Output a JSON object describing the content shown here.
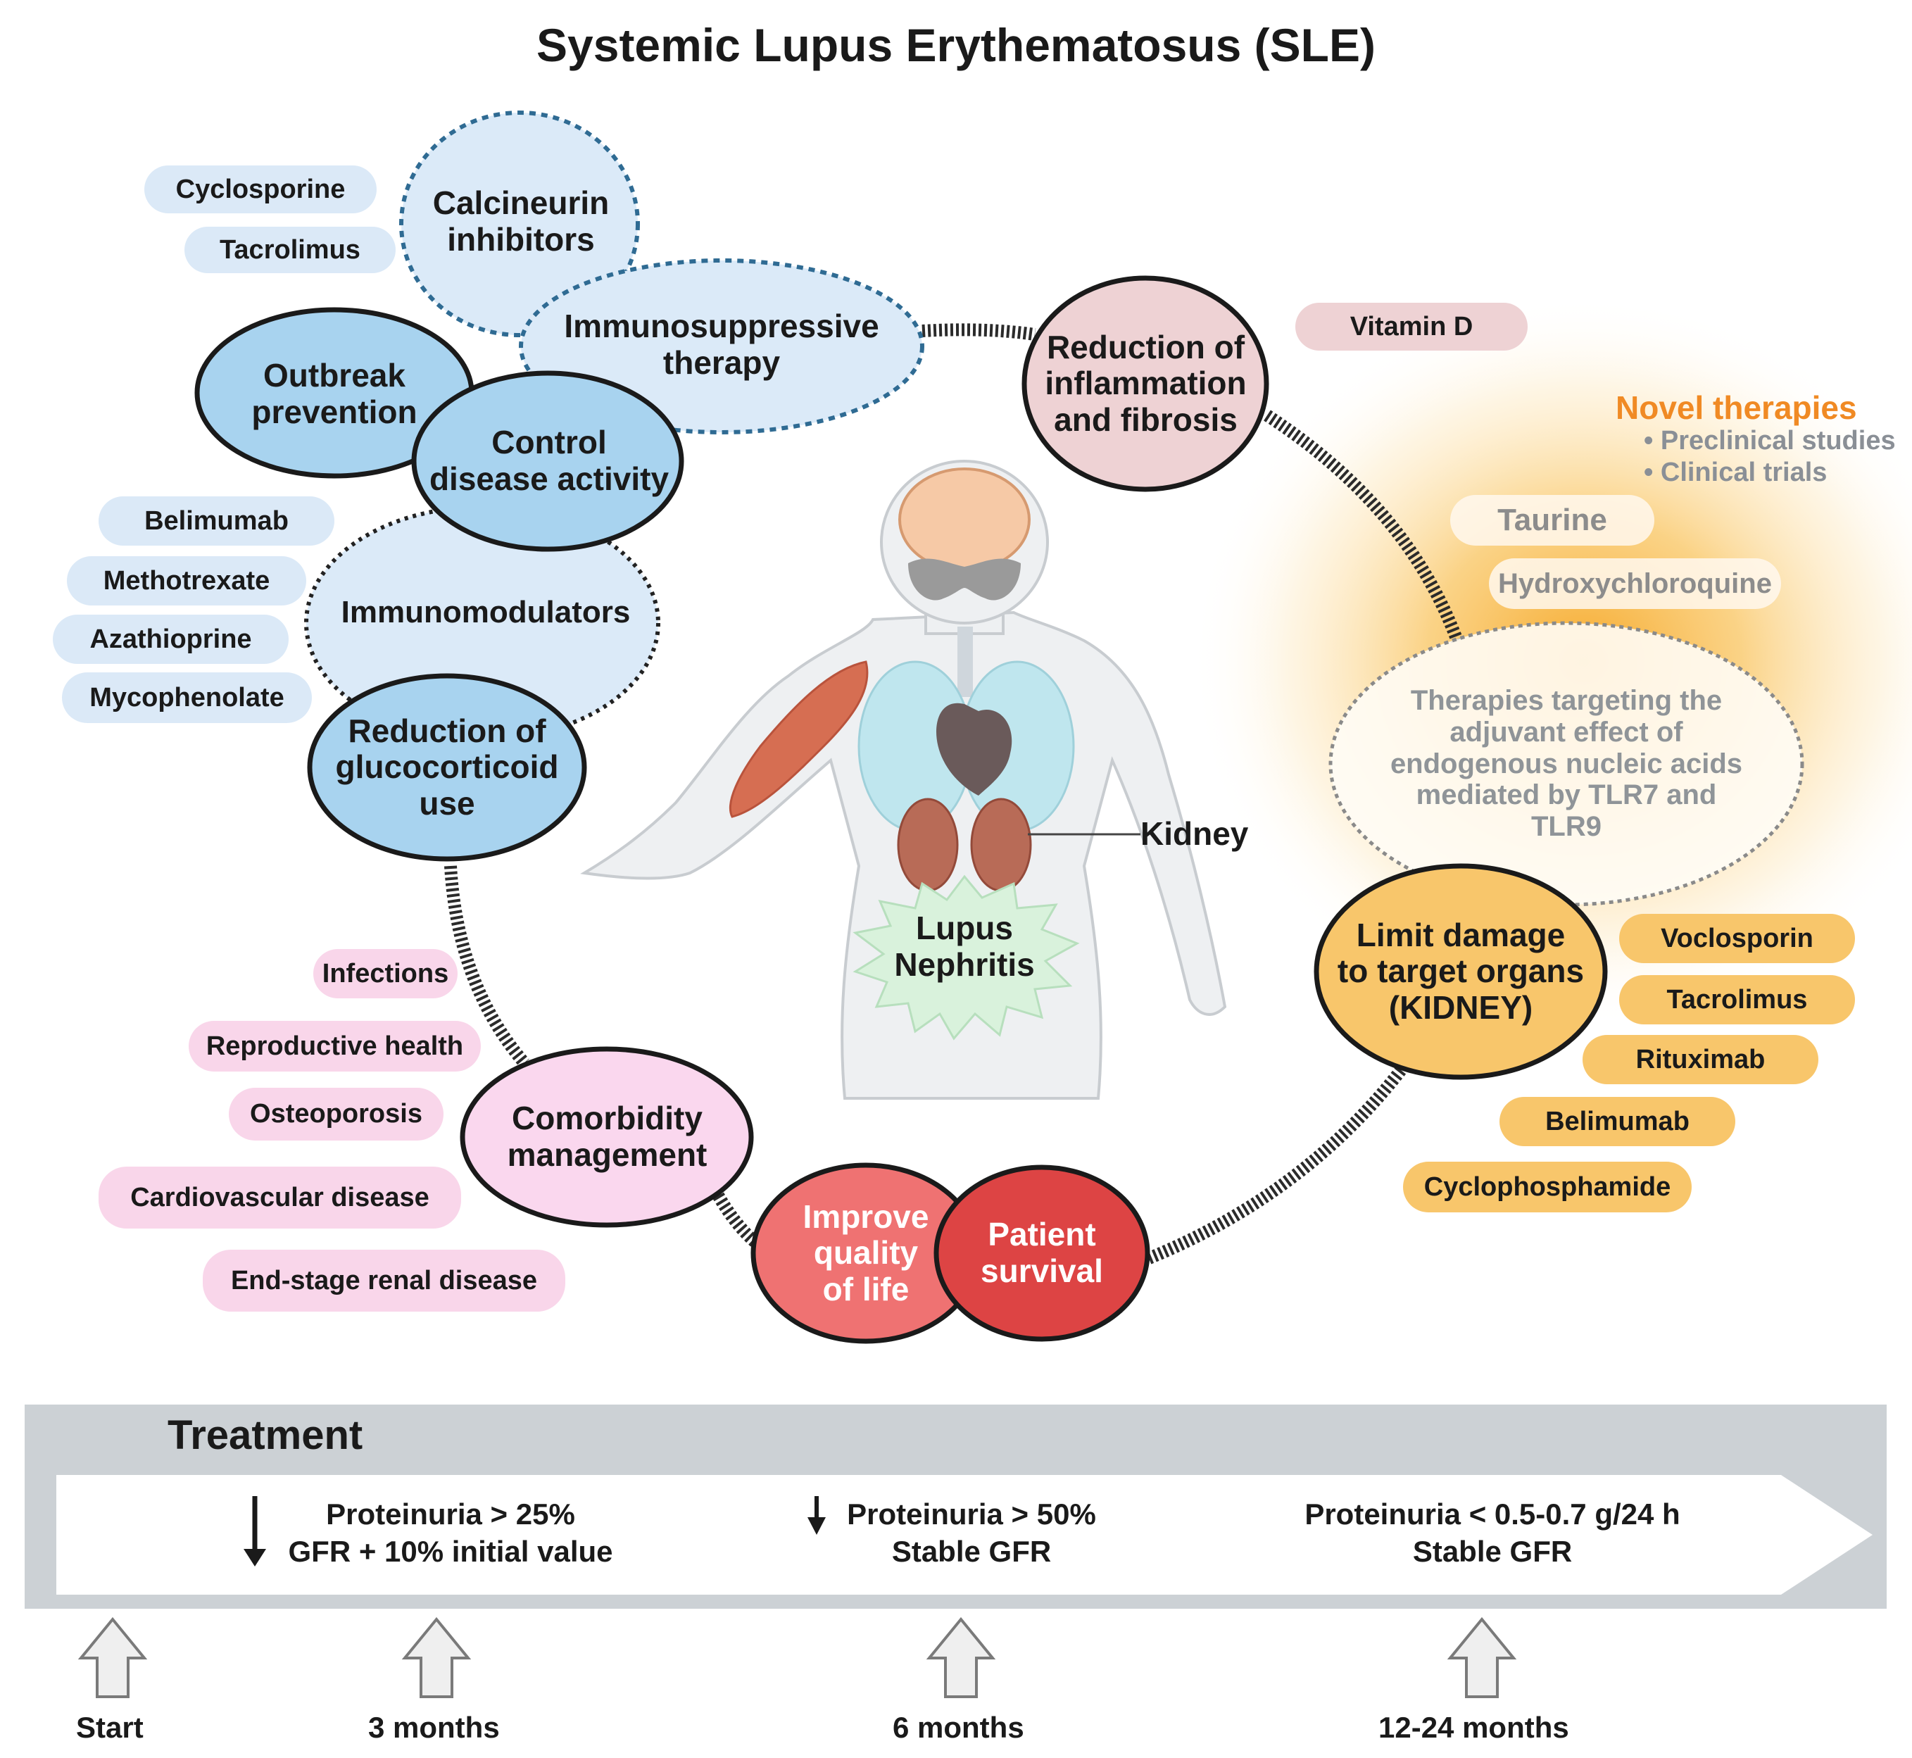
{
  "title": "Systemic Lupus Erythematosus (SLE)",
  "cycle": {
    "immunosuppressive": "Immunosuppressive\ntherapy",
    "calcineurin": "Calcineurin\ninhibitors",
    "outbreak": "Outbreak\nprevention",
    "control": "Control\ndisease activity",
    "immunomodulators": "Immunomodulators",
    "glucocorticoid": "Reduction of\nglucocorticoid\nuse",
    "comorbidity": "Comorbidity\nmanagement",
    "quality": "Improve\nquality\nof life",
    "survival": "Patient\nsurvival",
    "limit_damage": "Limit damage\nto target organs\n(KIDNEY)",
    "inflammation": "Reduction of\ninflammation\nand fibrosis",
    "tlr": "Therapies targeting the\nadjuvant effect of\nendogenous nucleic acids\nmediated  by TLR7 and\nTLR9"
  },
  "calcineurin_drugs": [
    "Cyclosporine",
    "Tacrolimus"
  ],
  "immunomodulator_drugs": [
    "Belimumab",
    "Methotrexate",
    "Azathioprine",
    "Mycophenolate"
  ],
  "comorbidities": [
    "Infections",
    "Reproductive health",
    "Osteoporosis",
    "Cardiovascular disease",
    "End-stage renal disease"
  ],
  "kidney_drugs": [
    "Voclosporin",
    "Tacrolimus",
    "Rituximab",
    "Belimumab",
    "Cyclophosphamide"
  ],
  "inflammation_drugs": [
    "Vitamin D"
  ],
  "novel": {
    "title": "Novel therapies",
    "items": [
      "Preclinical studies",
      "Clinical trials"
    ],
    "drugs": [
      "Taurine",
      "Hydroxychloroquine"
    ]
  },
  "body": {
    "kidney_label": "Kidney",
    "nephritis": "Lupus\nNephritis"
  },
  "treatment": {
    "title": "Treatment",
    "milestones": [
      {
        "text": "Proteinuria > 25%\nGFR + 10% initial value",
        "label": "3 months"
      },
      {
        "text": "Proteinuria > 50%\nStable GFR",
        "label": "6 months"
      },
      {
        "text": "Proteinuria < 0.5-0.7 g/24 h\nStable GFR",
        "label": "12-24 months"
      }
    ],
    "start_label": "Start"
  },
  "colors": {
    "blue_fill": "#a8d3ef",
    "light_blue_fill": "#dbeaf8",
    "pink_fill": "#fad7ee",
    "rose_fill": "#eed2d4",
    "orange_fill": "#f8c66b",
    "red_light": "#ef7272",
    "red_dark": "#dd4444",
    "novel_orange": "#f08a24",
    "timeline_gray": "#ccd1d5"
  }
}
